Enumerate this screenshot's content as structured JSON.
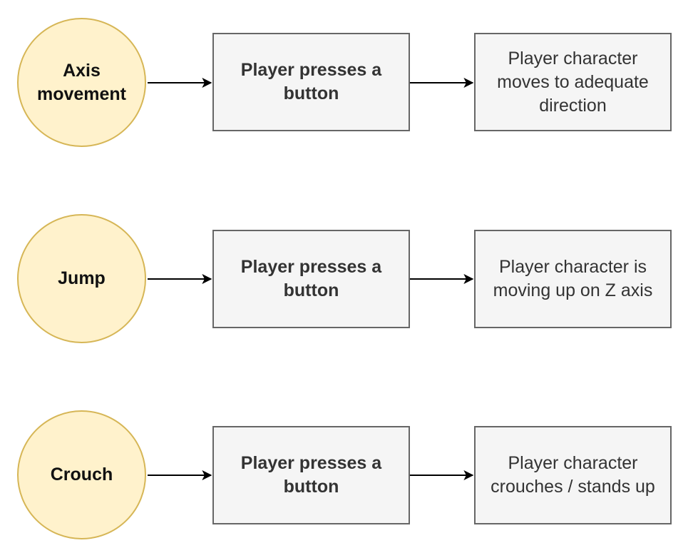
{
  "rows": [
    {
      "trigger": "Axis movement",
      "action": "Player presses a button",
      "result": "Player character moves to adequate direction"
    },
    {
      "trigger": "Jump",
      "action": "Player presses a button",
      "result": "Player character is moving up on Z axis"
    },
    {
      "trigger": "Crouch",
      "action": "Player presses a button",
      "result": "Player character crouches / stands up"
    }
  ],
  "colors": {
    "trigger_fill": "#fff2cc",
    "trigger_stroke": "#d6b656",
    "box_fill": "#f5f5f5",
    "box_stroke": "#666666",
    "arrow": "#000000"
  }
}
